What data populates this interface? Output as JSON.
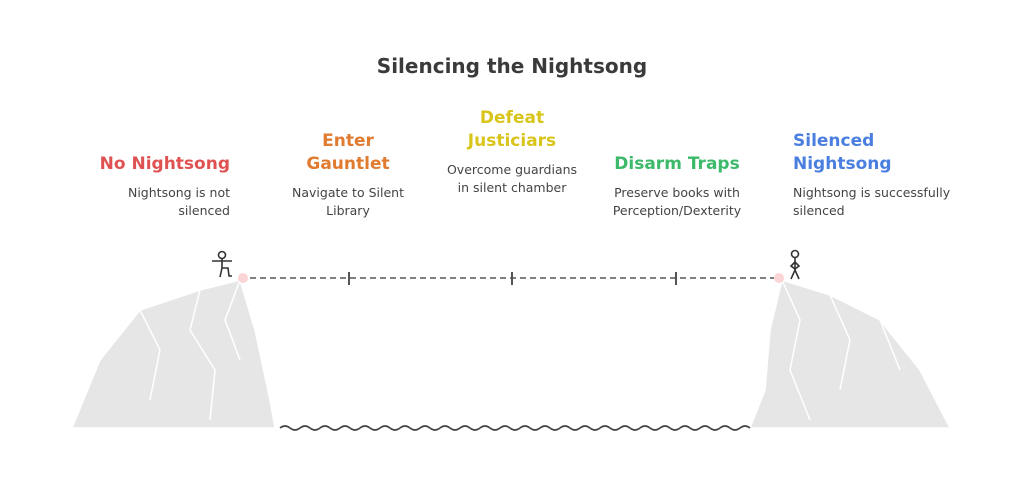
{
  "title": "Silencing the Nightsong",
  "steps": [
    {
      "label": "No Nightsong",
      "description": "Nightsong is not silenced",
      "color": "#e05252"
    },
    {
      "label": "Enter Gauntlet",
      "description": "Navigate to Silent Library",
      "color": "#e07b30"
    },
    {
      "label": "Defeat Justiciars",
      "description": "Overcome guardians in silent chamber",
      "color": "#d9c41a"
    },
    {
      "label": "Disarm Traps",
      "description": "Preserve books with Perception/Dexterity",
      "color": "#3cba6a"
    },
    {
      "label": "Silenced Nightsong",
      "description": "Nightsong is successfully silenced",
      "color": "#4a7fe0"
    }
  ]
}
